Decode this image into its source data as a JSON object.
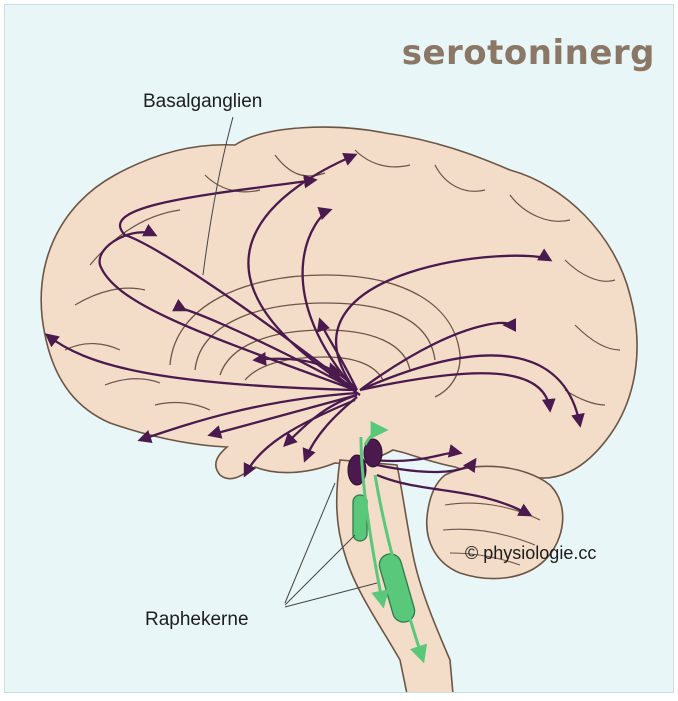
{
  "title": "serotoninerg",
  "labels": {
    "basal_ganglia": "Basalganglien",
    "raphe_nuclei": "Raphekerne",
    "copyright": "© physiologie.cc"
  },
  "colors": {
    "background": "#e8f6f7",
    "brain_fill": "#f3dcc8",
    "brain_outline": "#6b5646",
    "pathway_purple": "#4a1a4e",
    "raphe_green": "#5ac87a",
    "title_brown": "#8a7766"
  }
}
